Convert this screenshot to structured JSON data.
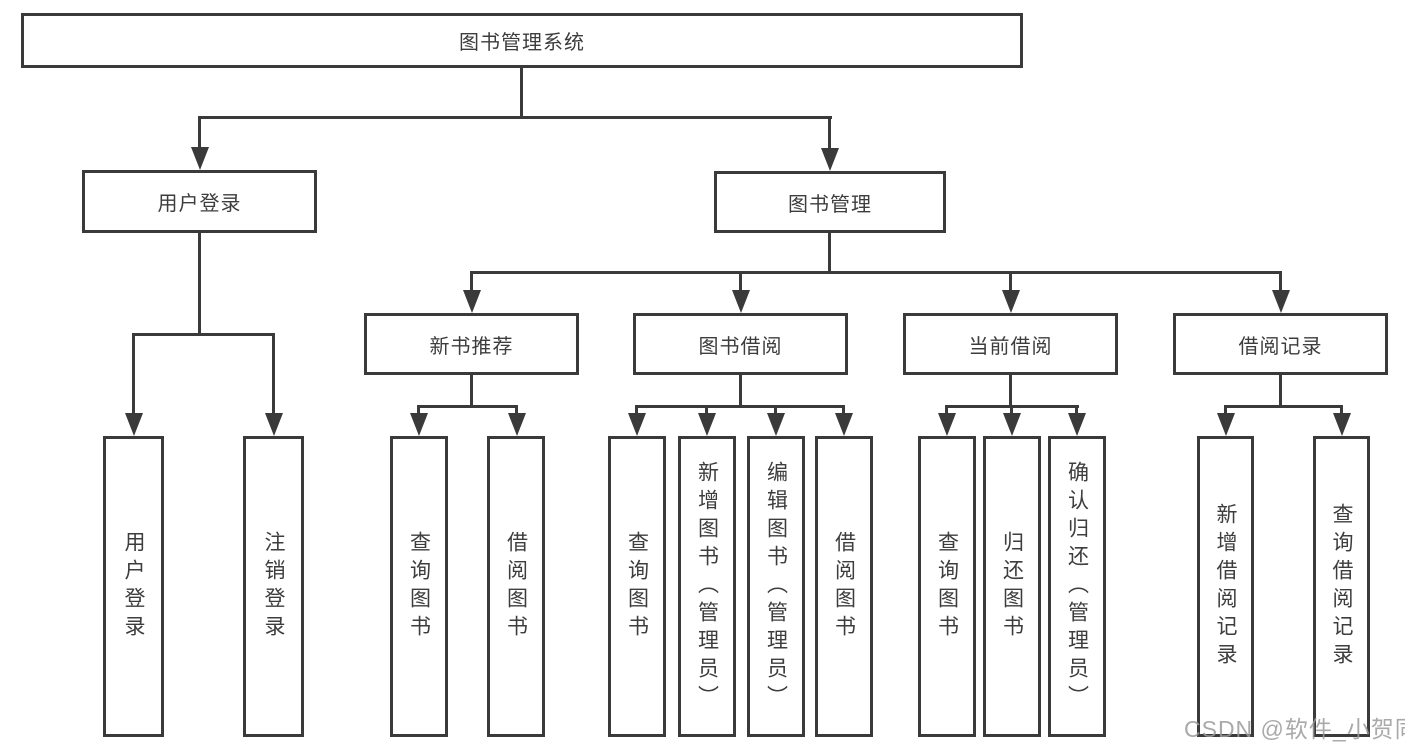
{
  "diagram": {
    "root": "图书管理系统",
    "level2": [
      "用户登录",
      "图书管理"
    ],
    "level3": [
      "新书推荐",
      "图书借阅",
      "当前借阅",
      "借阅记录"
    ],
    "groups": {
      "user_login": [
        "用户登录",
        "注销登录"
      ],
      "new_book_recommend": [
        "查询图书",
        "借阅图书"
      ],
      "book_borrow": [
        "查询图书",
        "新增图书（管理员）",
        "编辑图书（管理员）",
        "借阅图书"
      ],
      "current_borrow": [
        "查询图书",
        "归还图书",
        "确认归还（管理员）"
      ],
      "borrow_records": [
        "新增借阅记录",
        "查询借阅记录"
      ]
    }
  },
  "watermark": {
    "text": "CSDN @软件_小贺同学"
  },
  "colors": {
    "line": "#3a3a3a",
    "text": "#3d3d3d",
    "background": "#ffffff",
    "watermark": "#9b9b9b"
  }
}
